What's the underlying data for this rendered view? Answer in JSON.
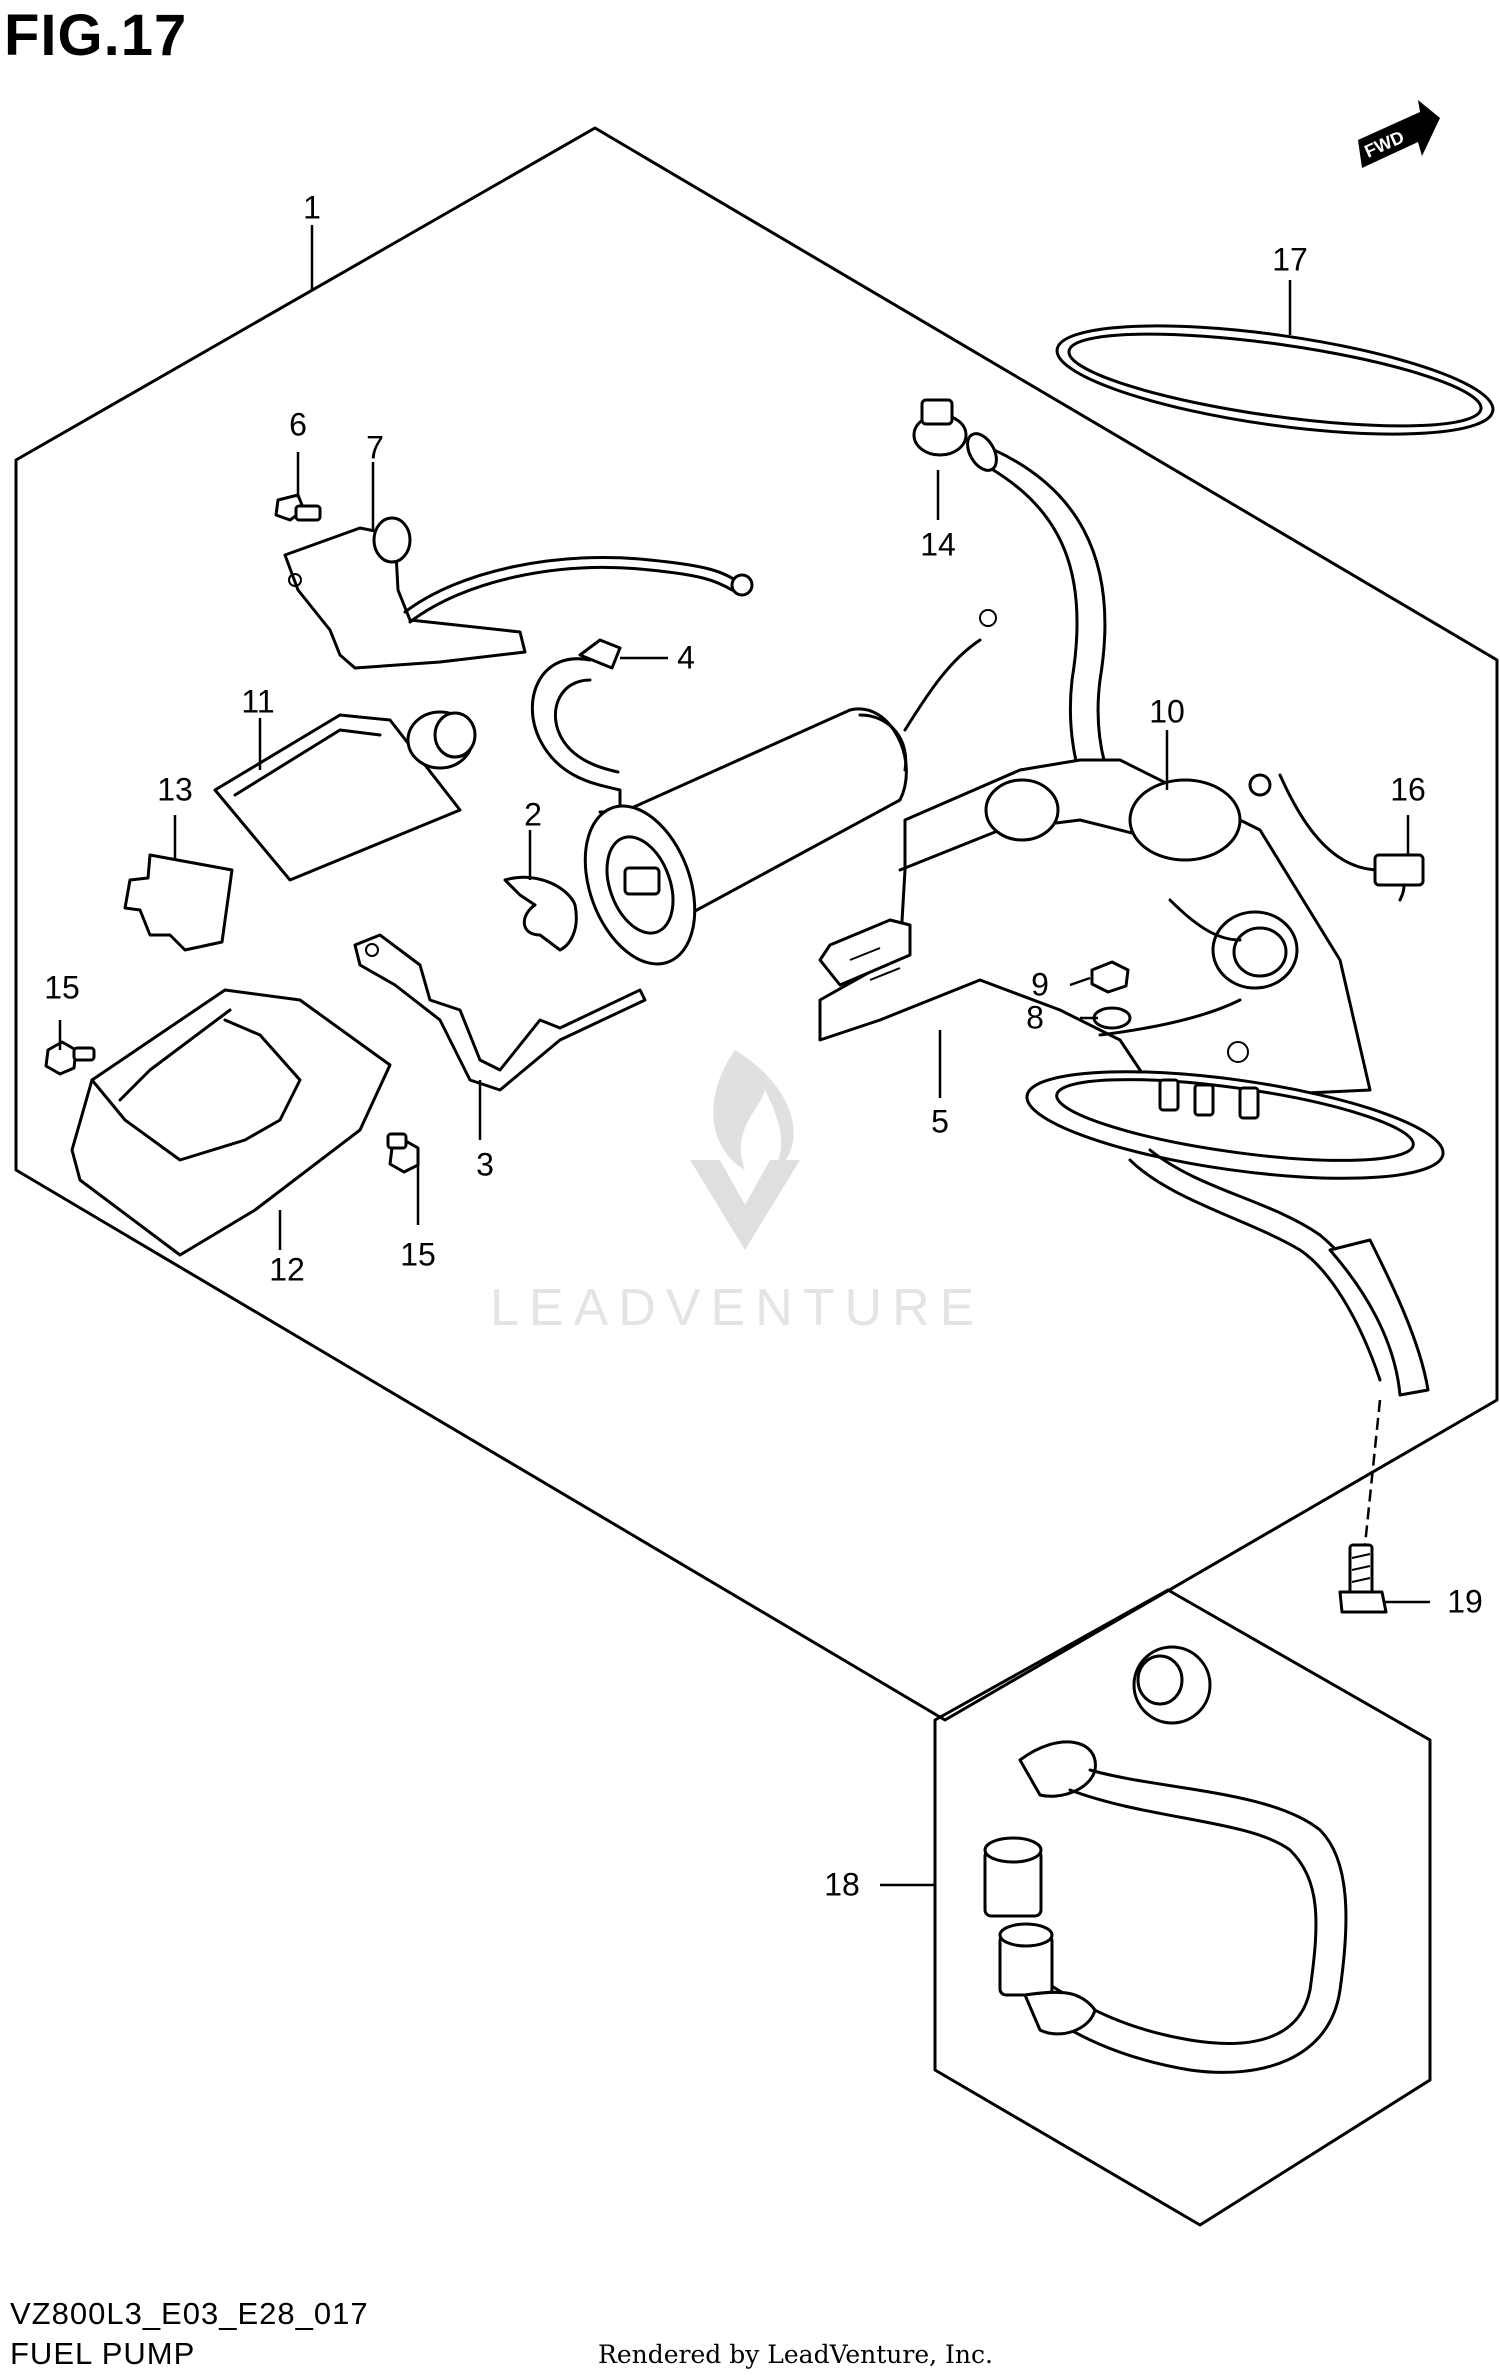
{
  "figure": {
    "title": "FIG.17",
    "model_code": "VZ800L3_E03_E28_017",
    "caption": "FUEL PUMP",
    "rendered_by": "Rendered by LeadVenture, Inc.",
    "watermark": "LEADVENTURE",
    "direction_tag": "FWD"
  },
  "callouts": [
    "1",
    "2",
    "3",
    "4",
    "5",
    "6",
    "7",
    "8",
    "9",
    "10",
    "11",
    "12",
    "13",
    "14",
    "15",
    "15",
    "16",
    "17",
    "18",
    "19"
  ],
  "colors": {
    "line": "#000000",
    "background": "#ffffff",
    "watermark": "#e4e4e4"
  }
}
